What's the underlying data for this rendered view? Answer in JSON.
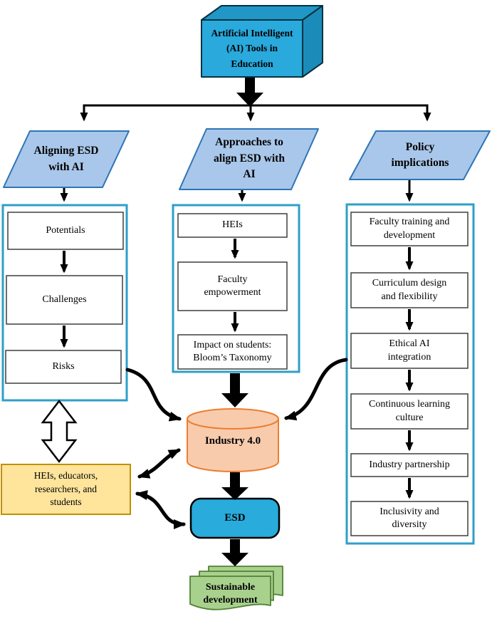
{
  "title": "Artificial Intelligent\n(AI) Tools in\nEducation",
  "branches": [
    {
      "label": "Aligning ESD\nwith AI",
      "items": [
        "Potentials",
        "Challenges",
        "Risks"
      ]
    },
    {
      "label": "Approaches to\nalign ESD with\nAI",
      "items": [
        "HEIs",
        "Faculty\nempowerment",
        "Impact on students:\nBloom’s Taxonomy"
      ]
    },
    {
      "label": "Policy\nimplications",
      "items": [
        "Faculty training and\ndevelopment",
        "Curriculum design\nand flexibility",
        "Ethical AI\nintegration",
        "Continuous learning\nculture",
        "Industry partnership",
        "Inclusivity and\ndiversity"
      ]
    }
  ],
  "hub": {
    "industry": "Industry 4.0",
    "esd": "ESD",
    "sustainable": "Sustainable\ndevelopment",
    "stakeholders": "HEIs, educators,\nresearchers, and\nstudents"
  },
  "colors": {
    "cube_front": "#29a9dc",
    "cube_top": "#2097c6",
    "cube_side": "#1b8cb9",
    "parallelogram_fill": "#a9c7ea",
    "parallelogram_border": "#2e75b6",
    "container_border": "#2e9fc9",
    "cylinder_fill": "#f8cbad",
    "cylinder_border": "#ed7d31",
    "stakeholders_fill": "#ffe49c",
    "stakeholders_border": "#bf9000",
    "esd_fill": "#29abdb",
    "doc_fill": "#a9d18e",
    "doc_border": "#538135",
    "arrow": "#000000"
  }
}
